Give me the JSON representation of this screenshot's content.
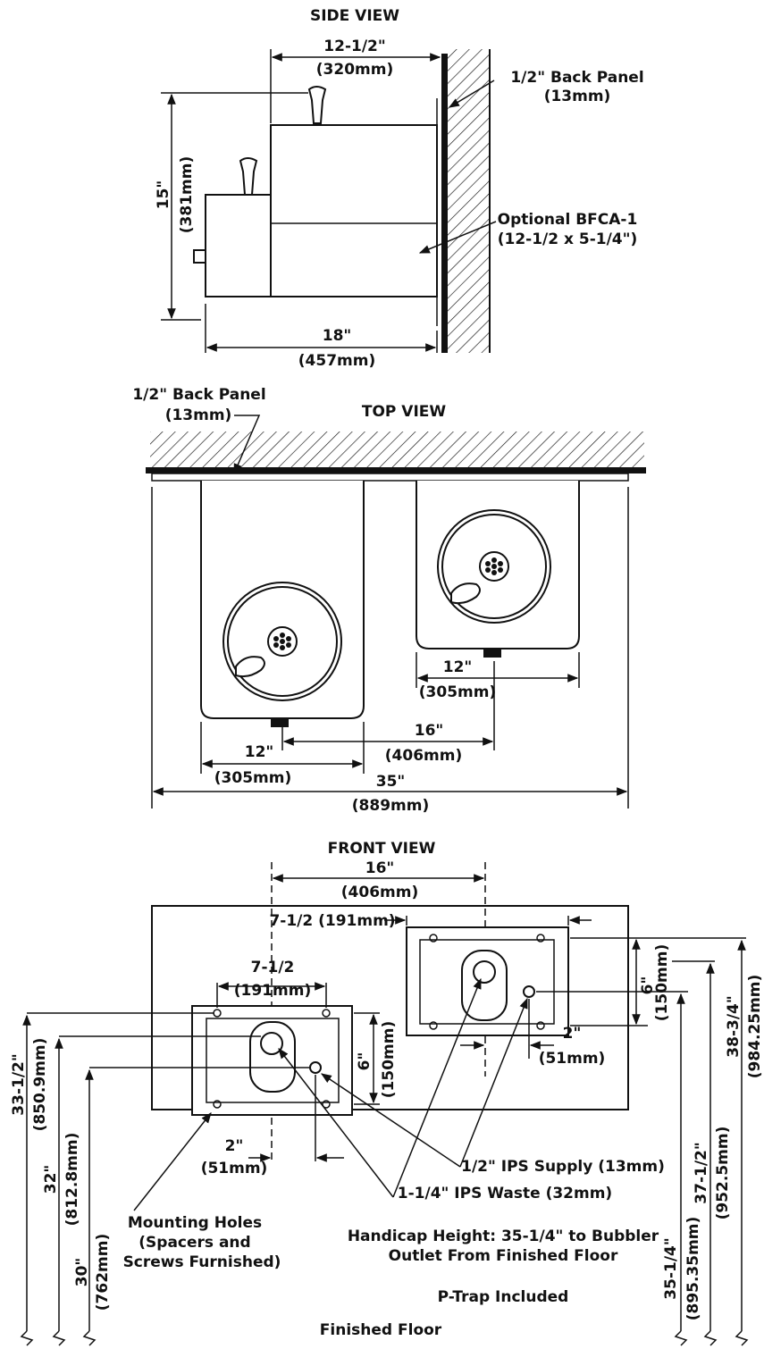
{
  "side_view": {
    "title": "SIDE VIEW",
    "width_in": "12-1/2\"",
    "width_mm": "(320mm)",
    "back_panel_in": "1/2\" Back Panel",
    "back_panel_mm": "(13mm)",
    "height_in": "15\"",
    "height_mm": "(381mm)",
    "optional_name": "Optional BFCA-1",
    "optional_size": "(12-1/2 x 5-1/4\")",
    "depth_in": "18\"",
    "depth_mm": "(457mm)"
  },
  "top_view": {
    "title": "TOP VIEW",
    "back_panel_in": "1/2\" Back Panel",
    "back_panel_mm": "(13mm)",
    "right_width_in": "12\"",
    "right_width_mm": "(305mm)",
    "center_in": "16\"",
    "center_mm": "(406mm)",
    "left_width_in": "12\"",
    "left_width_mm": "(305mm)",
    "overall_in": "35\"",
    "overall_mm": "(889mm)"
  },
  "front_view": {
    "title": "FRONT VIEW",
    "center_in": "16\"",
    "center_mm": "(406mm)",
    "right_width": "7-1/2 (191mm)",
    "left_width_in": "7-1/2",
    "left_width_mm": "(191mm)",
    "right_height_in": "6\"",
    "right_height_mm": "(150mm)",
    "left_height_in": "6\"",
    "left_height_mm": "(150mm)",
    "right_offset_in": "2\"",
    "right_offset_mm": "(51mm)",
    "left_offset_in": "2\"",
    "left_offset_mm": "(51mm)",
    "supply": "1/2\" IPS Supply (13mm)",
    "waste": "1-1/4\" IPS Waste (32mm)",
    "mounting_1": "Mounting Holes",
    "mounting_2": "(Spacers and",
    "mounting_3": "Screws Furnished)",
    "handicap_1": "Handicap Height: 35-1/4\" to Bubbler",
    "handicap_2": "Outlet From Finished Floor",
    "ptrap": "P-Trap Included",
    "floor": "Finished Floor",
    "h_33_in": "33-1/2\"",
    "h_33_mm": "(850.9mm)",
    "h_32_in": "32\"",
    "h_32_mm": "(812.8mm)",
    "h_30_in": "30\"",
    "h_30_mm": "(762mm)",
    "h_35_in": "35-1/4\"",
    "h_35_mm": "(895.35mm)",
    "h_37_in": "37-1/2\"",
    "h_37_mm": "(952.5mm)",
    "h_38_in": "38-3/4\"",
    "h_38_mm": "(984.25mm)"
  }
}
